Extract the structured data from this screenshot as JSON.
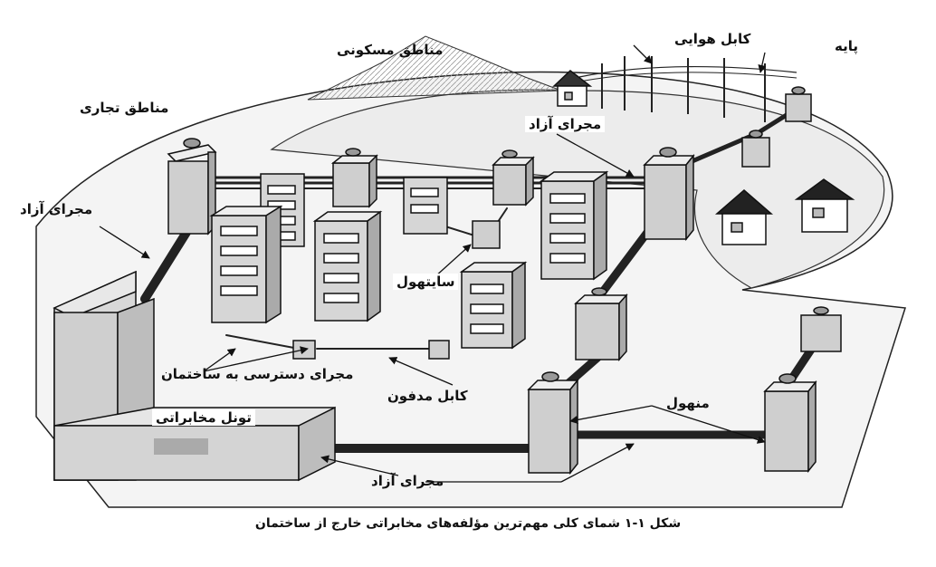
{
  "labels": {
    "residential_areas": "مناطق مسکونی",
    "aerial_cable": "کابل هوایی",
    "pole": "پایه",
    "commercial_areas": "مناطق تجاری",
    "free_duct_top": "مجرای آزاد",
    "free_duct_left": "مجرای آزاد",
    "free_duct_bottom": "مجرای آزاد",
    "site_hole": "سایتهول",
    "building_access_duct": "مجرای دسترسی به ساختمان",
    "buried_cable": "کابل مدفون",
    "manhole": "منهول",
    "telecom_tunnel": "تونل مخابراتی"
  },
  "caption": "شکل ۱-۱ شمای کلی مهم‌ترین مؤلفه‌های مخابراتی خارج از ساختمان"
}
